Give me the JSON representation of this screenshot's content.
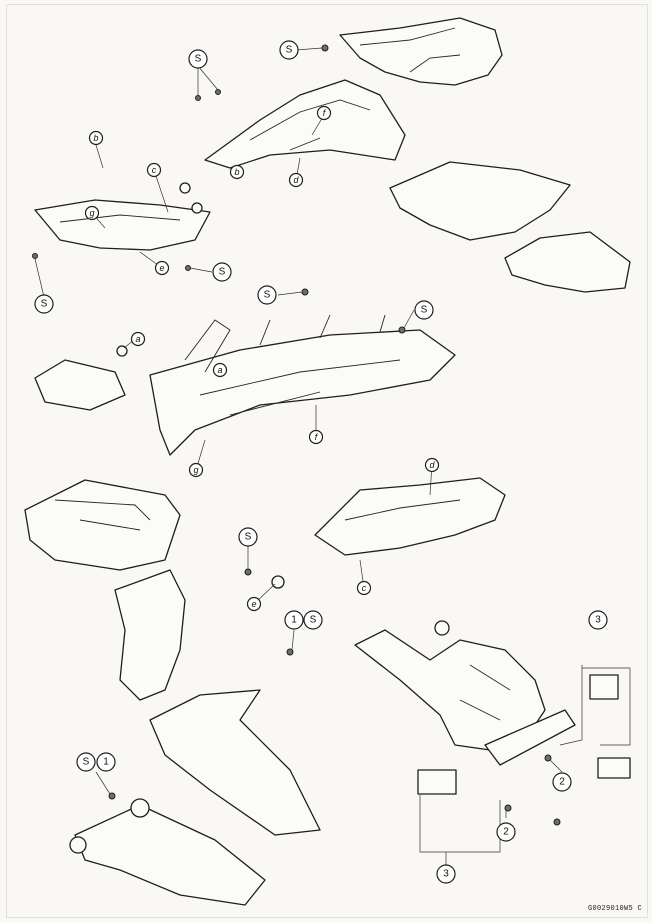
{
  "document_code": "G0029010W5 C",
  "callouts": {
    "S": "S",
    "one": "1",
    "two": "2",
    "three": "3",
    "a": "a",
    "b": "b",
    "c": "c",
    "d": "d",
    "e": "e",
    "f": "f",
    "g": "g"
  },
  "colors": {
    "line": "#1e1e1e",
    "paper": "#f9f8f4"
  }
}
